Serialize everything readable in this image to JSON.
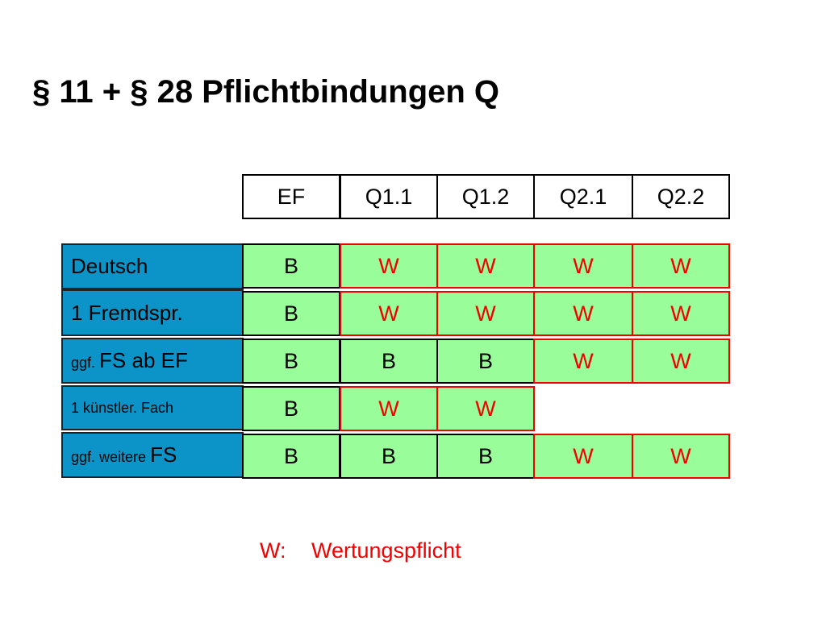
{
  "title": "§ 11 + § 28 Pflichtbindungen Q",
  "columns": [
    "EF",
    "Q1.1",
    "Q1.2",
    "Q2.1",
    "Q2.2"
  ],
  "subjects": [
    {
      "parts": [
        {
          "t": "Deutsch",
          "size": "lg"
        }
      ]
    },
    {
      "parts": [
        {
          "t": "1 Fremdspr.",
          "size": "lg"
        }
      ]
    },
    {
      "parts": [
        {
          "t": "ggf. ",
          "size": "sm"
        },
        {
          "t": "FS ab EF",
          "size": "lg"
        }
      ]
    },
    {
      "parts": [
        {
          "t": "1 künstler. Fach",
          "size": "sm"
        }
      ]
    },
    {
      "parts": [
        {
          "t": "ggf. weitere ",
          "size": "sm"
        },
        {
          "t": "FS",
          "size": "lg"
        }
      ]
    }
  ],
  "grid": [
    [
      "B",
      "W",
      "W",
      "W",
      "W"
    ],
    [
      "B",
      "W",
      "W",
      "W",
      "W"
    ],
    [
      "B",
      "B",
      "B",
      "W",
      "W"
    ],
    [
      "B",
      "W",
      "W",
      "",
      ""
    ],
    [
      "B",
      "B",
      "B",
      "W",
      "W"
    ]
  ],
  "legend": {
    "key": "W:",
    "text": "Wertungspflicht"
  },
  "colors": {
    "subject_bg": "#0c94c8",
    "cell_bg": "#99fd99",
    "w_color": "#f20000",
    "b_color": "#000000"
  }
}
